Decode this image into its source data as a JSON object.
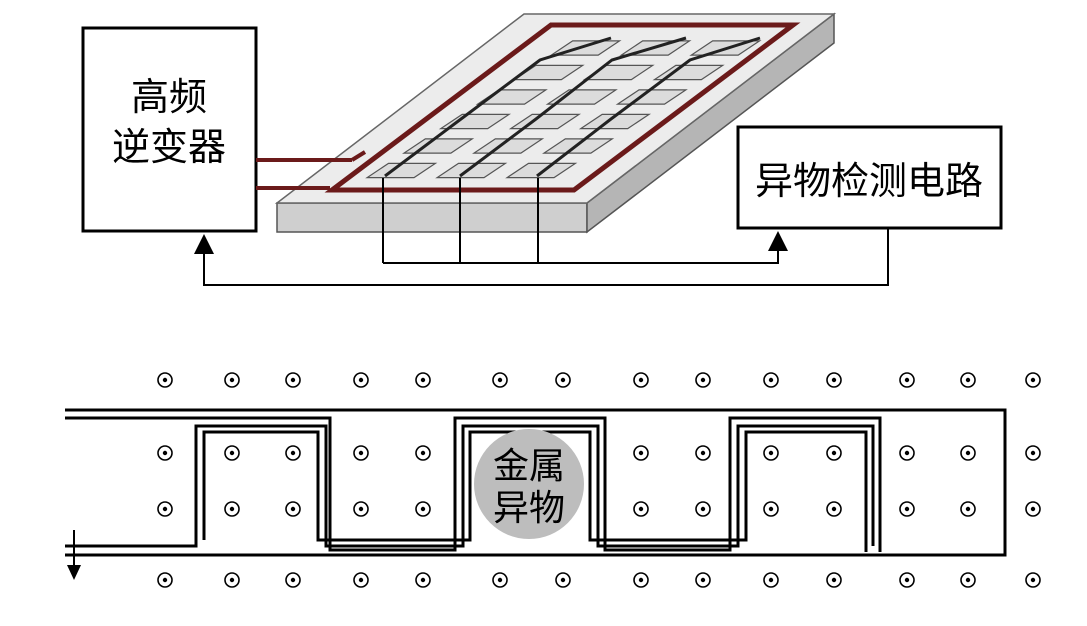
{
  "inverter": {
    "line1": "高频",
    "line2": "逆变器"
  },
  "detector": {
    "label": "异物检测电路"
  },
  "foreign_object": {
    "line1": "金属",
    "line2": "异物"
  },
  "colors": {
    "coil": "#6b1a1a",
    "board_top": "#e9e9e9",
    "board_side": "#c8c8c8",
    "pad_fill": "#dcdcdc",
    "object_fill": "#bdbdbd",
    "line": "#000000"
  },
  "icons": {
    "field_marker": "dot-circle-icon",
    "current_arrow": "arrow-down-icon"
  }
}
